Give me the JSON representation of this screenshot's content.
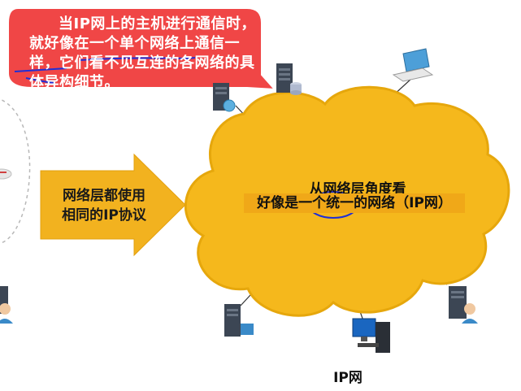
{
  "callout": {
    "text": "当IP网上的主机进行通信时，就好像在一个单个网络上通信一样，它们看不见互连的各网络的具体异构细节。"
  },
  "arrow": {
    "line1": "网络层都使用",
    "line2": "相同的IP协议"
  },
  "cloud": {
    "line1": "从网络层角度看",
    "line2": "好像是一个统一的网络（IP网）"
  },
  "caption": "IP网",
  "colors": {
    "callout_fill": "#f04646",
    "arrow_fill": "#f2b21f",
    "cloud_fill": "#f5b81c",
    "cloud_label_bg": "#f0a818",
    "annotation_ink": "#1f2fd6"
  },
  "icons": [
    "server-globe-icon",
    "server-database-icon",
    "laptop-icon",
    "server-user-icon",
    "server-icon",
    "desktop-computer-icon",
    "router-icon"
  ]
}
